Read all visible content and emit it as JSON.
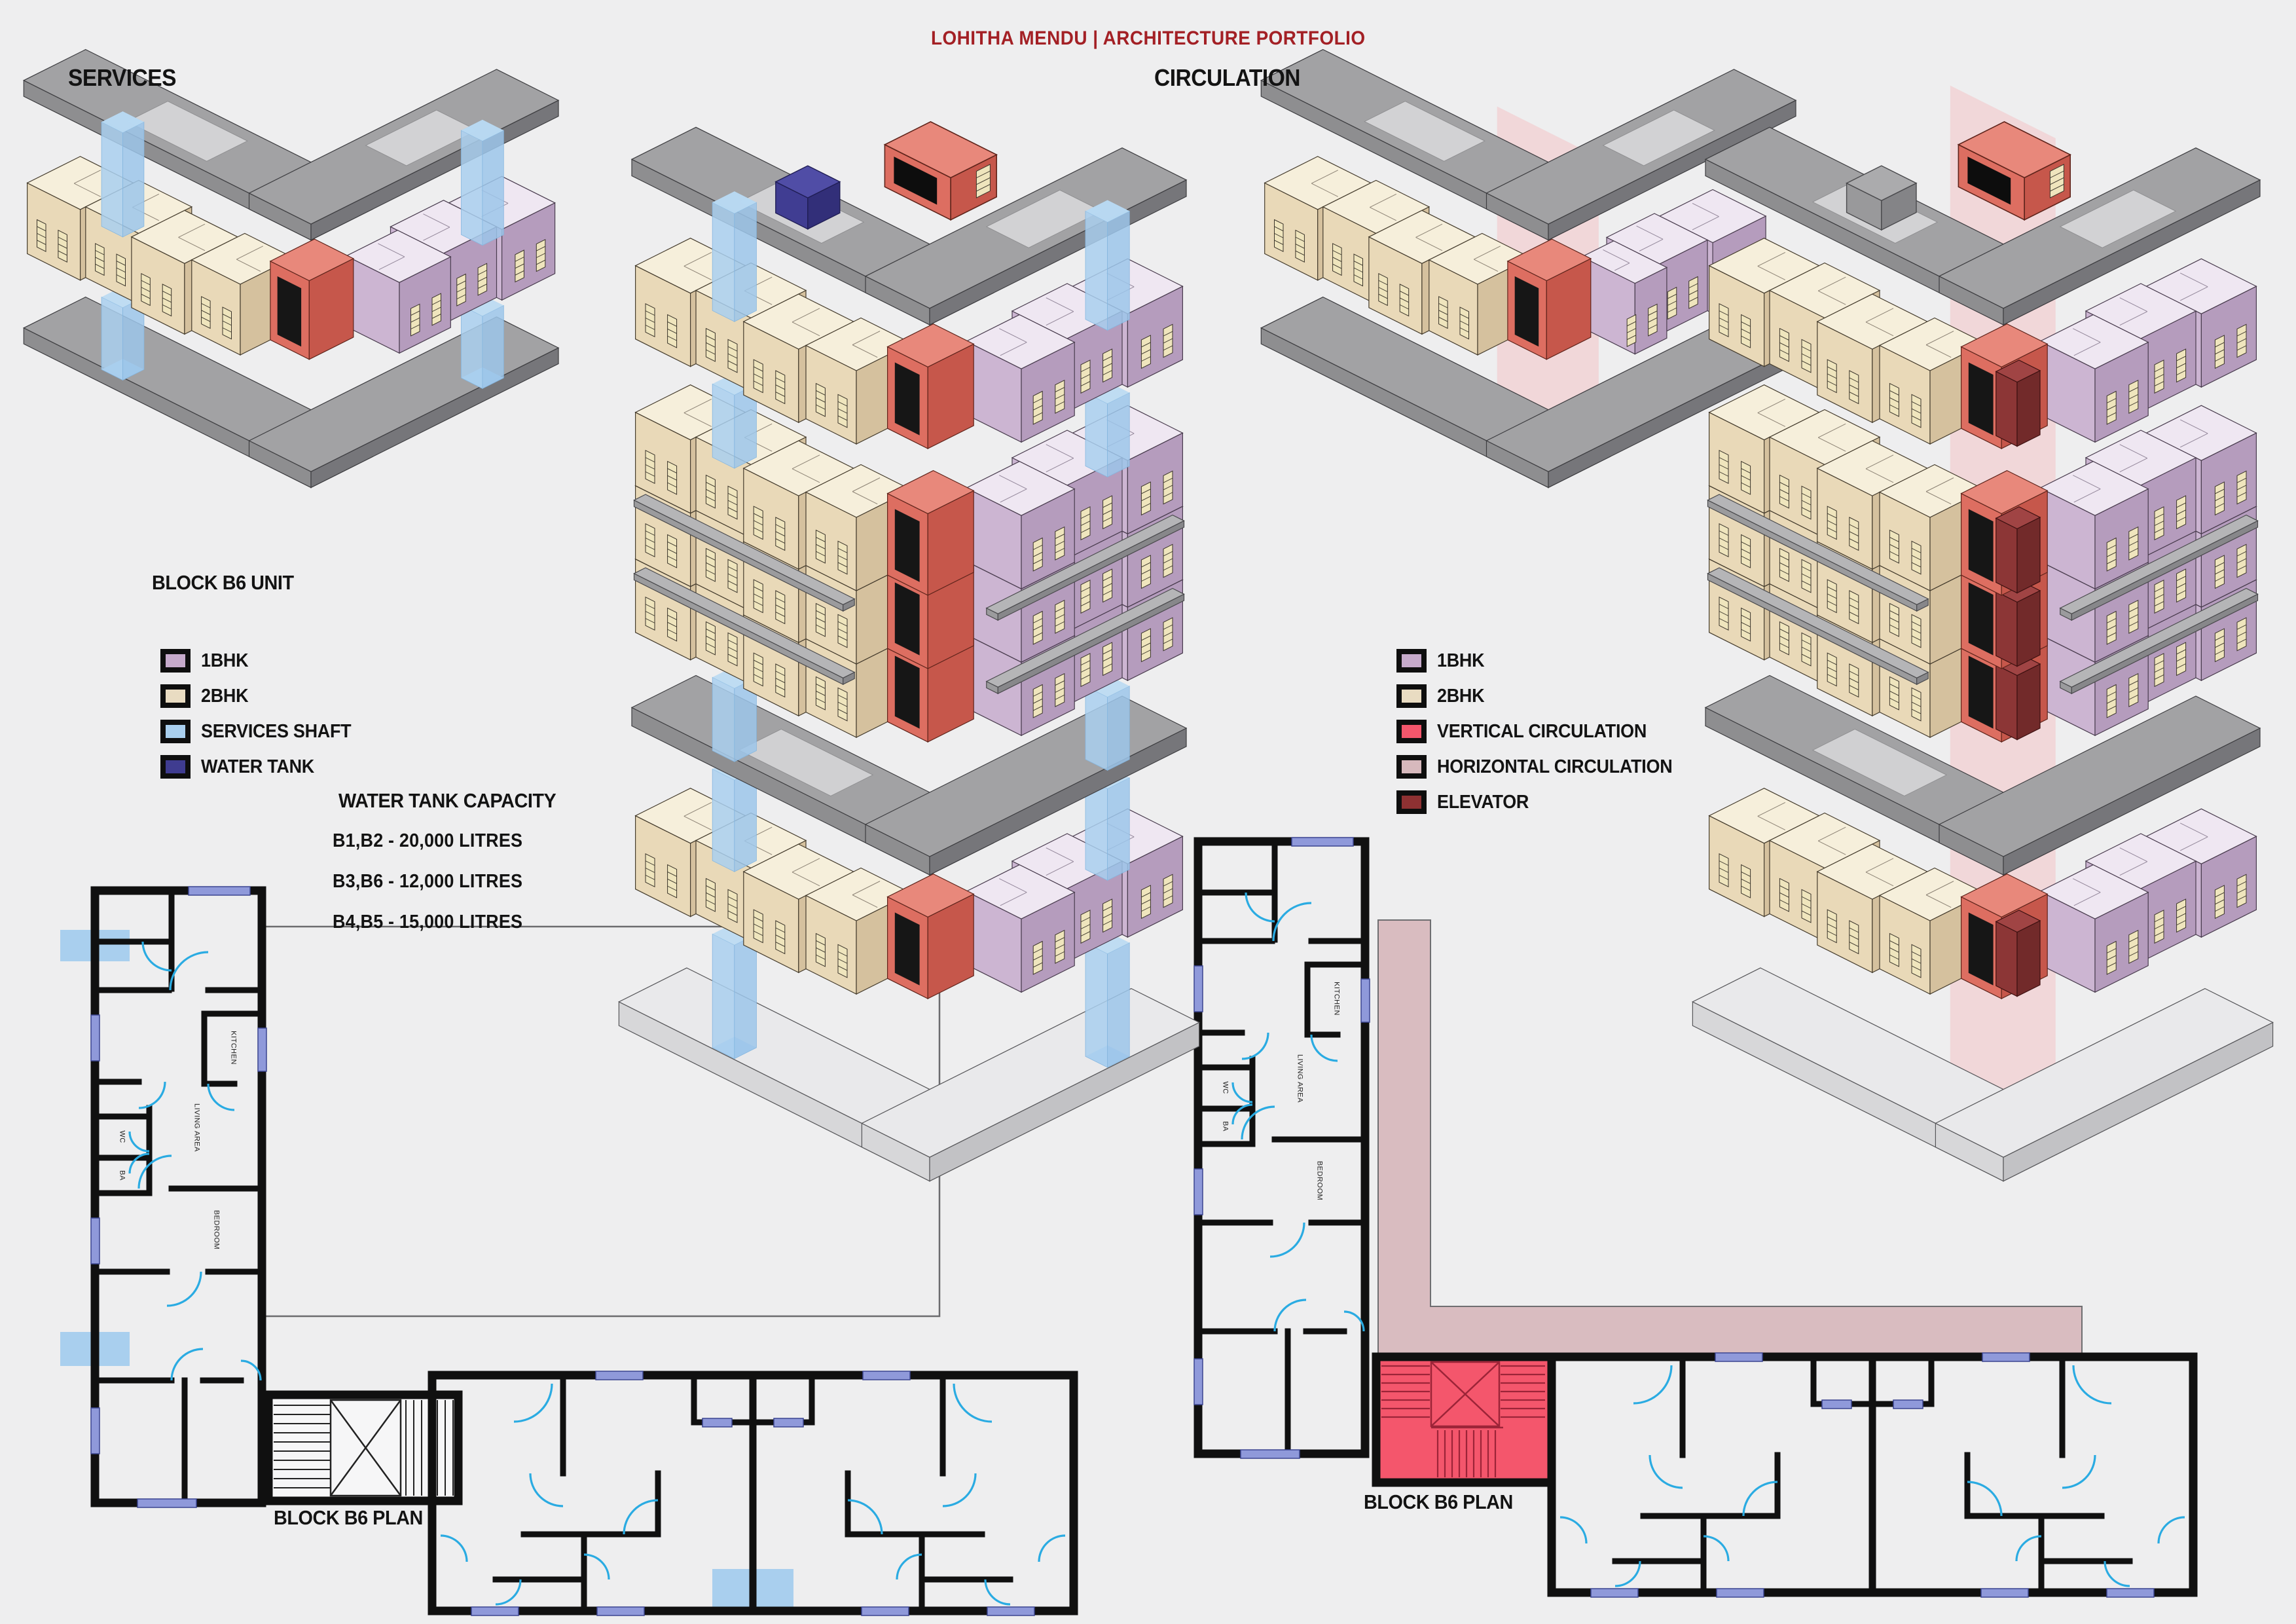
{
  "header": {
    "title": "LOHITHA MENDU | ARCHITECTURE PORTFOLIO"
  },
  "sections": {
    "services": {
      "heading": "SERVICES",
      "unit_label": "BLOCK B6 UNIT",
      "plan_label": "BLOCK B6 PLAN"
    },
    "circulation": {
      "heading": "CIRCULATION",
      "plan_label": "BLOCK B6 PLAN"
    }
  },
  "legend_services": {
    "items": [
      {
        "label": "1BHK",
        "color": "#c6aacb"
      },
      {
        "label": "2BHK",
        "color": "#e9dcc2"
      },
      {
        "label": "SERVICES SHAFT",
        "color": "#a9cfee"
      },
      {
        "label": "WATER TANK",
        "color": "#3f3c90"
      }
    ]
  },
  "water_tank_capacity": {
    "heading": "WATER TANK CAPACITY",
    "lines": [
      "B1,B2 - 20,000 LITRES",
      "B3,B6 - 12,000 LITRES",
      "B4,B5 - 15,000 LITRES"
    ]
  },
  "legend_circulation": {
    "items": [
      {
        "label": "1BHK",
        "color": "#c6aacb"
      },
      {
        "label": "2BHK",
        "color": "#e9dcc2"
      },
      {
        "label": "VERTICAL CIRCULATION",
        "color": "#f4566c"
      },
      {
        "label": "HORIZONTAL CIRCULATION",
        "color": "#d7b9bd"
      },
      {
        "label": "ELEVATOR",
        "color": "#8e3132"
      }
    ]
  },
  "room_labels": [
    "KITCHEN",
    "LIVING AREA",
    "BEDROOM",
    "WC",
    "BA"
  ]
}
